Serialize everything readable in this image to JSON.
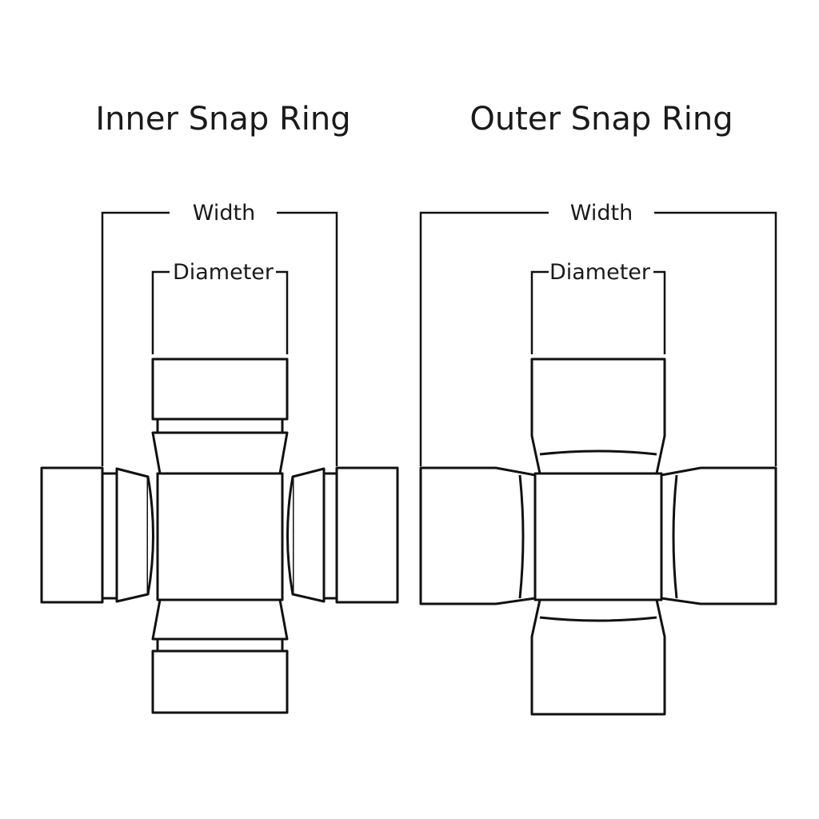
{
  "panels": [
    {
      "title": "Inner Snap Ring",
      "width_label": "Width",
      "diameter_label": "Diameter"
    },
    {
      "title": "Outer Snap Ring",
      "width_label": "Width",
      "diameter_label": "Diameter"
    }
  ],
  "colors": {
    "stroke": "#111111",
    "fill": "#ffffff",
    "text": "#1a1a1a"
  }
}
